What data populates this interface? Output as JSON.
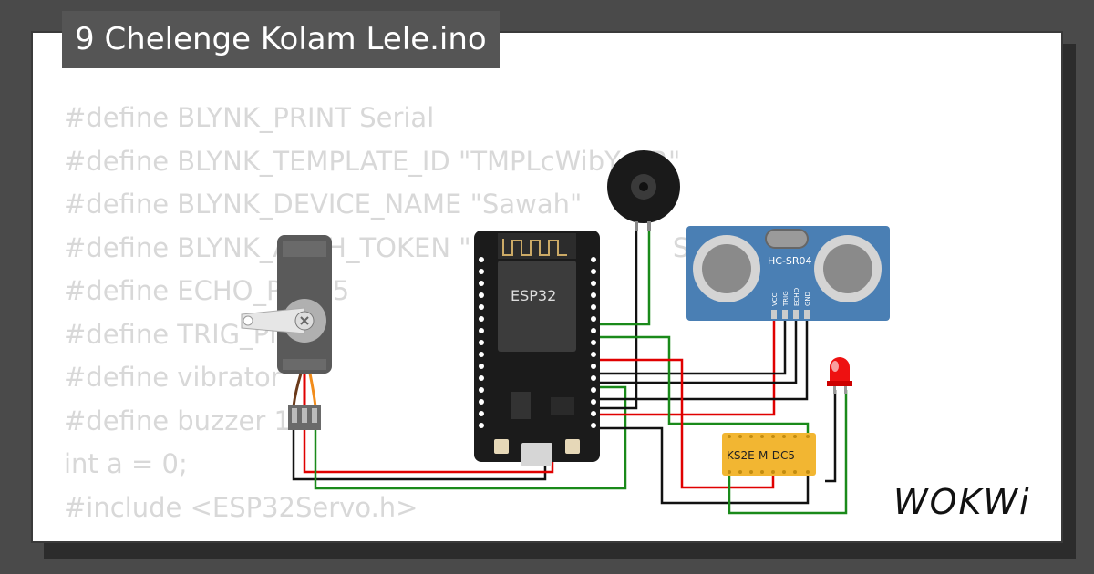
{
  "title": "9 Chelenge Kolam Lele.ino",
  "code_lines": [
    "#define BLYNK_PRINT Serial",
    "#define BLYNK_TEMPLATE_ID \"TMPLcWibY OR\"",
    "#define BLYNK_DEVICE_NAME \"Sawah\"",
    "#define BLYNK_AUTH_TOKEN \"                        SPlk6Xx3Y\"",
    "#define ECHO_P    15",
    "#define TRIG_PI",
    "#define vibrator",
    "#define buzzer 1",
    "int a = 0;",
    "#include <ESP32Servo.h>"
  ],
  "components": {
    "esp32_label": "ESP32",
    "sensor_label": "HC-SR04",
    "sensor_pins": [
      "VCC",
      "TRIG",
      "ECHO",
      "GND"
    ],
    "relay_label": "KS2E-M-DC5"
  },
  "logo_text": "WOKWi",
  "colors": {
    "title_bg": "#555555",
    "code_text": "#d8d8d8",
    "wire_red": "#e00000",
    "wire_green": "#1a8a1a",
    "wire_black": "#111111",
    "relay": "#f2b632",
    "sensor_board": "#4a7fb4",
    "esp32_board": "#1b1b1b",
    "led": "#ee1111"
  }
}
